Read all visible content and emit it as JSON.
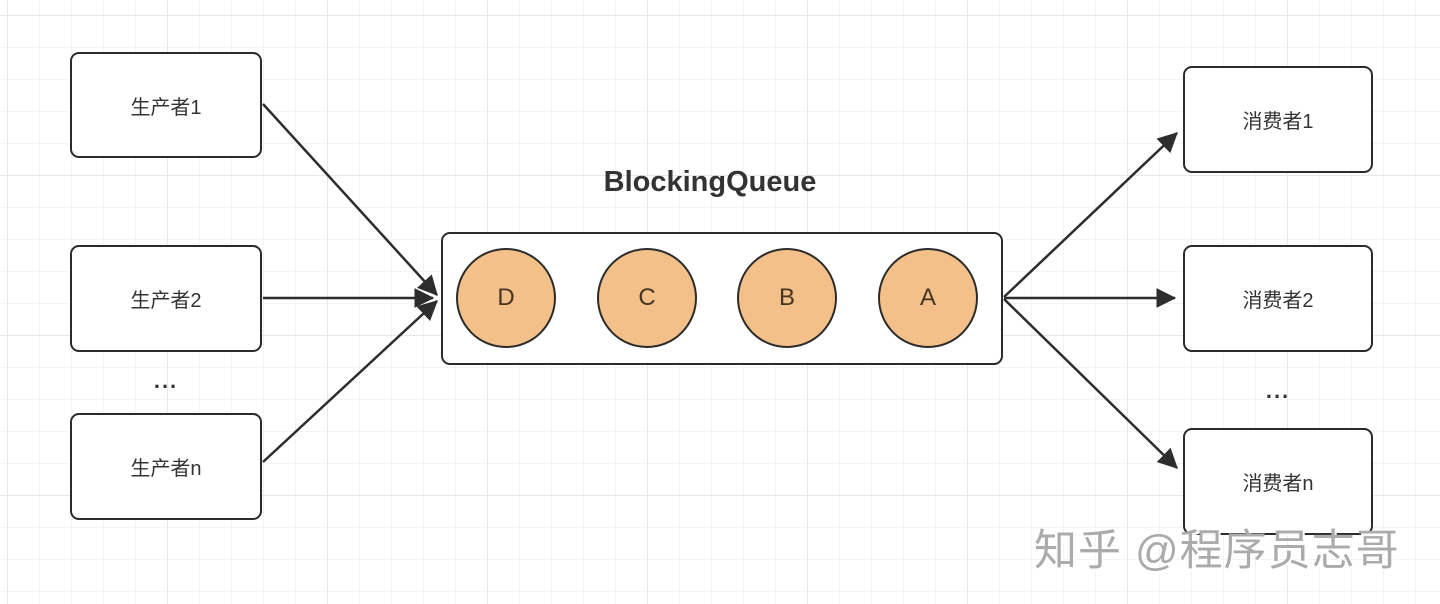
{
  "diagram": {
    "title": "BlockingQueue",
    "producers": [
      {
        "label": "生产者1"
      },
      {
        "label": "生产者2"
      },
      {
        "label": "生产者n"
      }
    ],
    "producer_ellipsis": "...",
    "queue": {
      "items": [
        {
          "label": "D"
        },
        {
          "label": "C"
        },
        {
          "label": "B"
        },
        {
          "label": "A"
        }
      ]
    },
    "consumers": [
      {
        "label": "消费者1"
      },
      {
        "label": "消费者2"
      },
      {
        "label": "消费者n"
      }
    ],
    "consumer_ellipsis": "...",
    "colors": {
      "node_border": "#2b2b2b",
      "arrow": "#2d2d2d",
      "queue_item_fill": "#f4c08a",
      "text": "#333333",
      "watermark_text": "#ababab"
    }
  },
  "watermark": {
    "text": "知乎 @程序员志哥"
  }
}
